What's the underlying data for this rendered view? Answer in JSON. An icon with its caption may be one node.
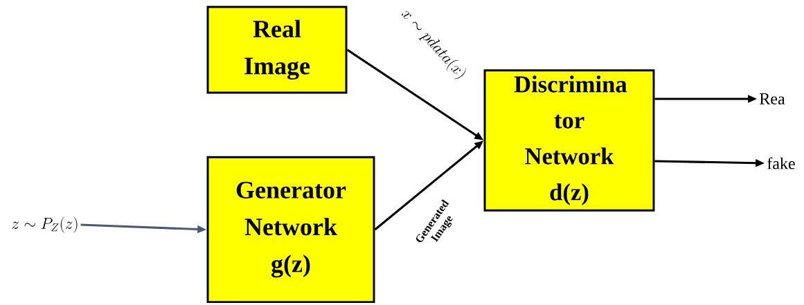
{
  "diagram": {
    "nodes": [
      {
        "text": [
          "Real Image"
        ]
      },
      {
        "text": [
          "z\\sim P_Z(z)"
        ]
      },
      {
        "text": [
          "Generator Network g(z)"
        ]
      },
      {
        "text": [
          "Discrimina tor Network d(z)"
        ]
      },
      {
        "text": [
          "Rea"
        ]
      },
      {
        "text": [
          "fake"
        ]
      }
    ],
    "edges": [
      {
        "from": 0,
        "to": 3,
        "arrow": "to",
        "label": "x\\sim pdata(x)"
      },
      {
        "from": 2,
        "to": 3,
        "arrow": "to",
        "label": "Generated Image"
      },
      {
        "from": 1,
        "to": 2,
        "arrow": "to",
        "color": "#4a5a75"
      },
      {
        "from": 3,
        "to": 4,
        "arrow": "to"
      },
      {
        "from": 3,
        "to": 5,
        "arrow": "to"
      }
    ]
  }
}
